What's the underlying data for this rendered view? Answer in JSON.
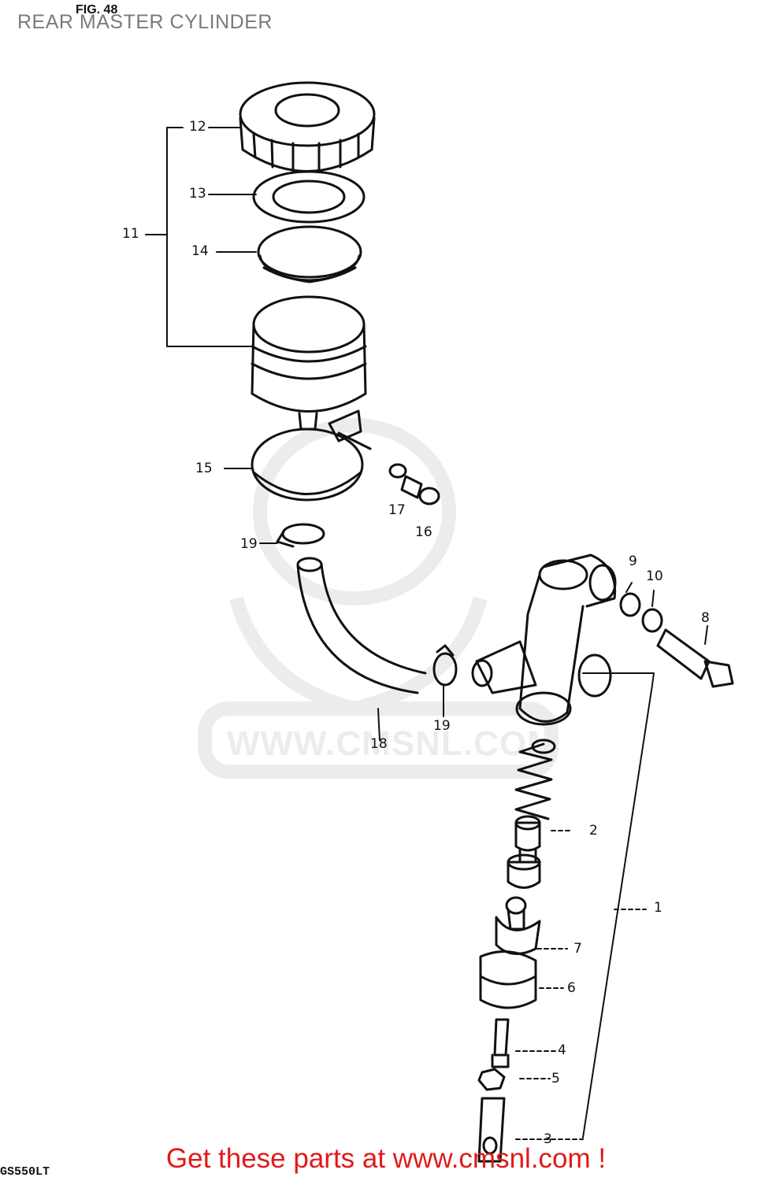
{
  "page": {
    "title": "REAR MASTER CYLINDER",
    "figure_label": "FIG. 48",
    "model_code": "GS550LT",
    "footer_link_text": "Get these parts at www.cmsnl.com !",
    "watermark": "WWW.CMSNL.COM"
  },
  "colors": {
    "line": "#111111",
    "title": "#7a7a7a",
    "cta": "#e01a1a",
    "watermark": "#ececec"
  },
  "callouts": [
    {
      "id": "12",
      "label": "12"
    },
    {
      "id": "13",
      "label": "13"
    },
    {
      "id": "11",
      "label": "11"
    },
    {
      "id": "14",
      "label": "14"
    },
    {
      "id": "15",
      "label": "15"
    },
    {
      "id": "17",
      "label": "17"
    },
    {
      "id": "16",
      "label": "16"
    },
    {
      "id": "19a",
      "label": "19"
    },
    {
      "id": "9",
      "label": "9"
    },
    {
      "id": "10",
      "label": "10"
    },
    {
      "id": "8",
      "label": "8"
    },
    {
      "id": "19b",
      "label": "19"
    },
    {
      "id": "18",
      "label": "18"
    },
    {
      "id": "2",
      "label": "2"
    },
    {
      "id": "1",
      "label": "1"
    },
    {
      "id": "7",
      "label": "7"
    },
    {
      "id": "6",
      "label": "6"
    },
    {
      "id": "4",
      "label": "4"
    },
    {
      "id": "5",
      "label": "5"
    },
    {
      "id": "3",
      "label": "3"
    }
  ]
}
